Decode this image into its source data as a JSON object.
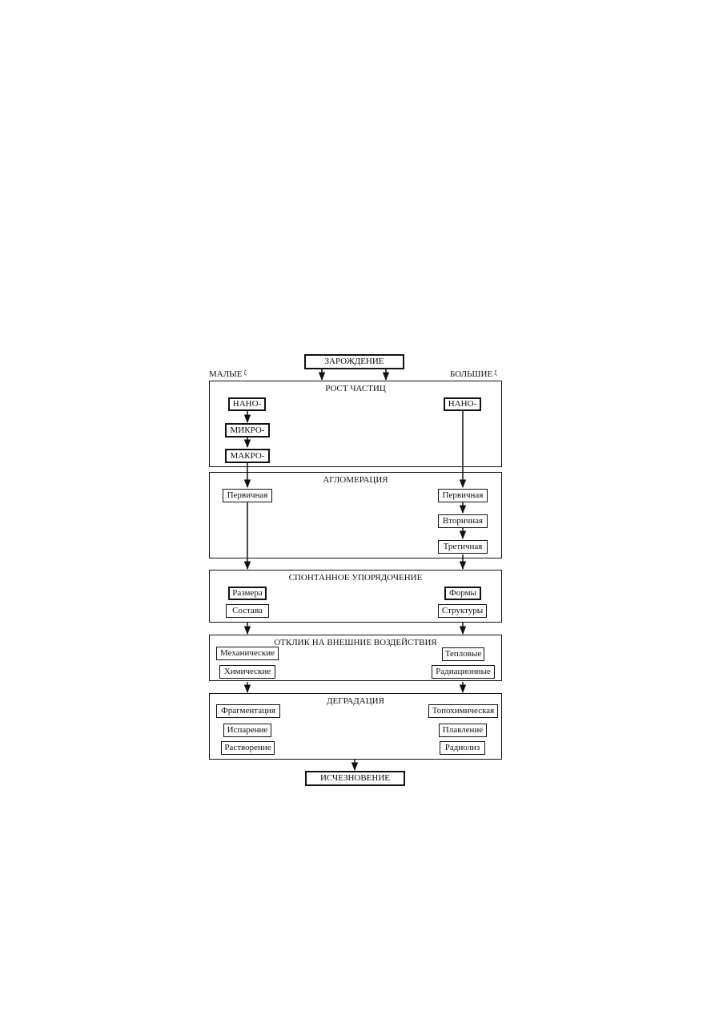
{
  "flow": {
    "start": "ЗАРОЖДЕНИЕ",
    "end": "ИСЧЕЗНОВЕНИЕ",
    "left_label": "МАЛЫЕ",
    "right_label": "БОЛЬШИЕ",
    "label_symbol": "ξ"
  },
  "growth": {
    "title": "РОСТ ЧАСТИЦ",
    "left": [
      "НАНО-",
      "МИКРО-",
      "МАКРО-"
    ],
    "right": [
      "НАНО-"
    ]
  },
  "agglomeration": {
    "title": "АГЛОМЕРАЦИЯ",
    "left": [
      "Первичная"
    ],
    "right": [
      "Первичная",
      "Вторичная",
      "Третичная"
    ]
  },
  "ordering": {
    "title": "СПОНТАННОЕ УПОРЯДОЧЕНИЕ",
    "left": [
      "Размера",
      "Состава"
    ],
    "right": [
      "Формы",
      "Структуры"
    ]
  },
  "response": {
    "title": "ОТКЛИК НА ВНЕШНИЕ ВОЗДЕЙСТВИЯ",
    "left": [
      "Механические",
      "Химические"
    ],
    "right": [
      "Тепловые",
      "Радиационные"
    ]
  },
  "degradation": {
    "title": "ДЕГРАДАЦИЯ",
    "left": [
      "Фрагментация",
      "Испарение",
      "Растворение"
    ],
    "right": [
      "Топохимическая",
      "Плавление",
      "Радиолиз"
    ]
  }
}
